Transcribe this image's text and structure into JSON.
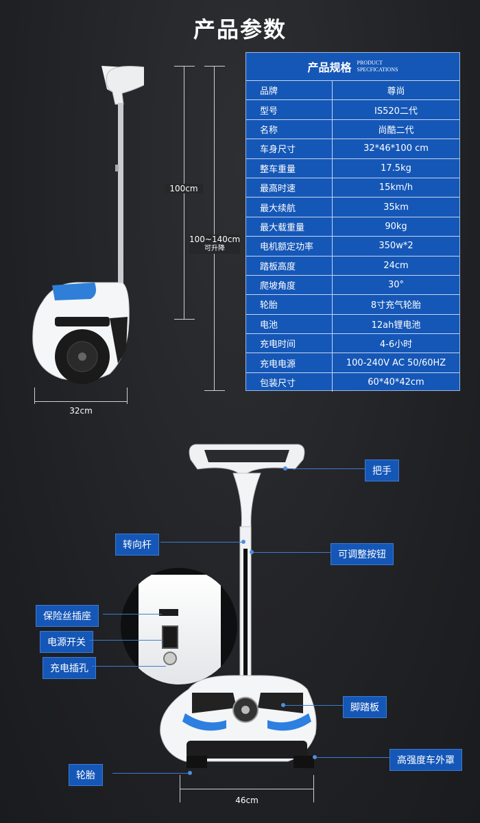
{
  "title": "产品参数",
  "spec": {
    "header_zh": "产品规格",
    "header_en_1": "PRODUCT",
    "header_en_2": "SPECFICATIONS",
    "rows": [
      {
        "k": "品牌",
        "v": "尊尚"
      },
      {
        "k": "型号",
        "v": "IS520二代"
      },
      {
        "k": "名称",
        "v": "尚酷二代"
      },
      {
        "k": "车身尺寸",
        "v": "32*46*100 cm"
      },
      {
        "k": "整车重量",
        "v": "17.5kg"
      },
      {
        "k": "最高时速",
        "v": "15km/h"
      },
      {
        "k": "最大续航",
        "v": "35km"
      },
      {
        "k": "最大载重量",
        "v": "90kg"
      },
      {
        "k": "电机额定功率",
        "v": "350w*2"
      },
      {
        "k": "踏板高度",
        "v": "24cm"
      },
      {
        "k": "爬坡角度",
        "v": "30°"
      },
      {
        "k": "轮胎",
        "v": "8寸充气轮胎"
      },
      {
        "k": "电池",
        "v": "12ah锂电池"
      },
      {
        "k": "充电时间",
        "v": "4-6小时"
      },
      {
        "k": "充电电源",
        "v": "100-240V AC 50/60HZ"
      },
      {
        "k": "包装尺寸",
        "v": "60*40*42cm"
      }
    ]
  },
  "dimensions": {
    "height": "100cm",
    "adjustable": "100~140cm",
    "adjustable_note": "可升降",
    "width_side": "32cm",
    "width_front": "46cm"
  },
  "callouts": {
    "handle": "把手",
    "steering_rod": "转向杆",
    "adjust_button": "可调整按钮",
    "fuse_socket": "保险丝插座",
    "power_switch": "电源开关",
    "charge_port": "充电插孔",
    "footboard": "脚踏板",
    "shell": "高强度车外罩",
    "tire": "轮胎"
  },
  "colors": {
    "accent": "#1557b7",
    "background": "#222326"
  }
}
